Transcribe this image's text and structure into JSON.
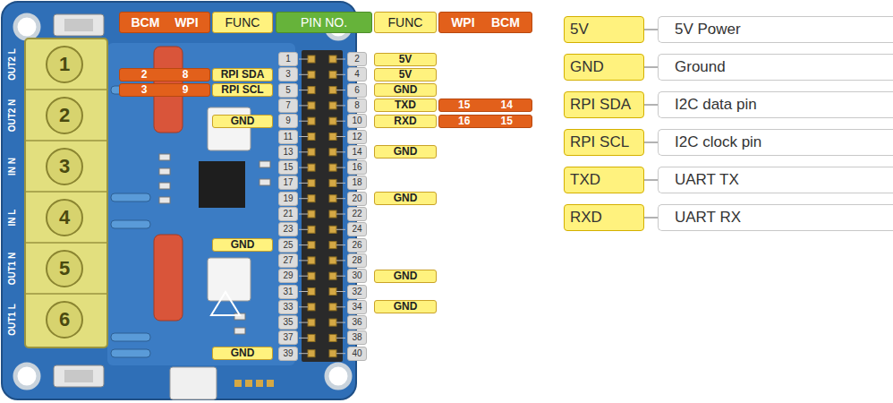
{
  "diagram": {
    "nodes": [
      {
        "text": [
          "BCM",
          "WPI"
        ]
      },
      {
        "text": [
          "FUNC"
        ]
      },
      {
        "text": [
          "PIN NO."
        ]
      },
      {
        "text": [
          "FUNC"
        ]
      },
      {
        "text": [
          "WPI",
          "BCM"
        ]
      },
      {
        "text": [
          "5V"
        ]
      },
      {
        "text": [
          "2",
          "8"
        ]
      },
      {
        "text": [
          "RPI SDA"
        ]
      },
      {
        "text": [
          "5V"
        ]
      },
      {
        "text": [
          "3",
          "9"
        ]
      },
      {
        "text": [
          "RPI SCL"
        ]
      },
      {
        "text": [
          "GND"
        ]
      },
      {
        "text": [
          "TXD"
        ]
      },
      {
        "text": [
          "15",
          "14"
        ]
      },
      {
        "text": [
          "GND"
        ]
      },
      {
        "text": [
          "RXD"
        ]
      },
      {
        "text": [
          "16",
          "15"
        ]
      },
      {
        "text": [
          "GND"
        ]
      },
      {
        "text": [
          "GND"
        ]
      },
      {
        "text": [
          "GND"
        ]
      },
      {
        "text": [
          "GND"
        ]
      },
      {
        "text": [
          "GND"
        ]
      },
      {
        "text": [
          "GND"
        ]
      },
      {
        "text": [
          "5V"
        ]
      },
      {
        "text": [
          "5V Power"
        ]
      },
      {
        "text": [
          "GND"
        ]
      },
      {
        "text": [
          "Ground"
        ]
      },
      {
        "text": [
          "RPI SDA"
        ]
      },
      {
        "text": [
          "I2C data pin"
        ]
      },
      {
        "text": [
          "RPI SCL"
        ]
      },
      {
        "text": [
          "I2C clock pin"
        ]
      },
      {
        "text": [
          "TXD"
        ]
      },
      {
        "text": [
          "UART TX"
        ]
      },
      {
        "text": [
          "RXD"
        ]
      },
      {
        "text": [
          "UART RX"
        ]
      }
    ],
    "edges": [
      {
        "from": 23,
        "to": 24,
        "arrow": "none"
      },
      {
        "from": 25,
        "to": 26,
        "arrow": "none"
      },
      {
        "from": 27,
        "to": 28,
        "arrow": "none"
      },
      {
        "from": 29,
        "to": 30,
        "arrow": "none"
      },
      {
        "from": 31,
        "to": 32,
        "arrow": "none"
      },
      {
        "from": 33,
        "to": 34,
        "arrow": "none"
      }
    ],
    "labels": [
      "1",
      "2",
      "3",
      "4",
      "5",
      "6",
      "7",
      "8",
      "9",
      "10",
      "11",
      "12",
      "13",
      "14",
      "15",
      "16",
      "17",
      "18",
      "19",
      "20",
      "21",
      "22",
      "23",
      "24",
      "25",
      "26",
      "27",
      "28",
      "29",
      "30",
      "31",
      "32",
      "33",
      "34",
      "35",
      "36",
      "37",
      "38",
      "39",
      "40",
      "1",
      "2",
      "3",
      "4",
      "5",
      "6",
      "OUT2 L",
      "OUT2 N",
      "IN N",
      "IN L",
      "OUT1 N",
      "OUT1 L"
    ]
  }
}
